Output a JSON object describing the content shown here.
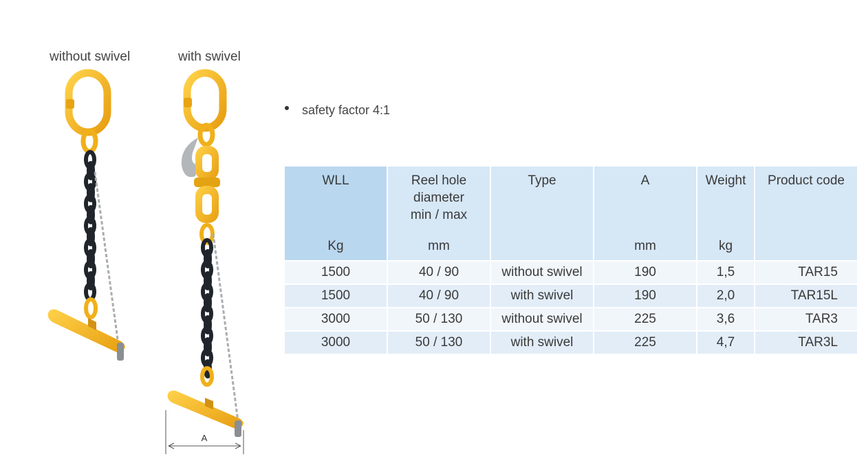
{
  "captions": {
    "left": "without swivel",
    "right": "with swivel"
  },
  "dimension_label": "A",
  "bullet": "safety factor 4:1",
  "table": {
    "headers": [
      {
        "label": "WLL",
        "unit": "Kg"
      },
      {
        "label": "Reel hole diameter min / max",
        "unit": "mm"
      },
      {
        "label": "Type",
        "unit": ""
      },
      {
        "label": "A",
        "unit": "mm"
      },
      {
        "label": "Weight",
        "unit": "kg"
      },
      {
        "label": "Product code",
        "unit": ""
      }
    ],
    "rows": [
      [
        "1500",
        "40 / 90",
        "without swivel",
        "190",
        "1,5",
        "TAR15"
      ],
      [
        "1500",
        "40 / 90",
        "with swivel",
        "190",
        "2,0",
        "TAR15L"
      ],
      [
        "3000",
        "50 / 130",
        "without swivel",
        "225",
        "3,6",
        "TAR3"
      ],
      [
        "3000",
        "50 / 130",
        "with swivel",
        "225",
        "4,7",
        "TAR3L"
      ]
    ]
  },
  "colors": {
    "yellow": "#f6b61c",
    "chain": "#1f252b",
    "header_bg": "#d6e7f6",
    "header_first_bg": "#b9d7ef",
    "row_light": "#f1f6fb",
    "row_dark": "#e2edf8"
  }
}
